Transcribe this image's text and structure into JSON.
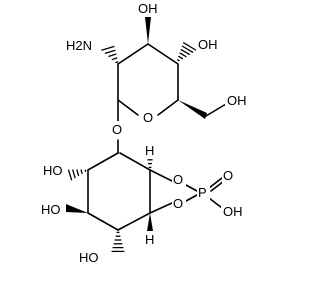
{
  "atoms": {
    "nh2": "H2N",
    "oh_top_mid": "OH",
    "oh_top_right": "OH",
    "ring_o_sugar": "O",
    "oh_ch2": "OH",
    "glyco_o": "O",
    "ho_left_mid": "HO",
    "ho_left_low": "HO",
    "ho_bottom": "HO",
    "o_upper": "O",
    "o_lower": "O",
    "p": "P",
    "p_o_double": "O",
    "p_oh": "OH",
    "h_upper": "H",
    "h_lower": "H"
  }
}
